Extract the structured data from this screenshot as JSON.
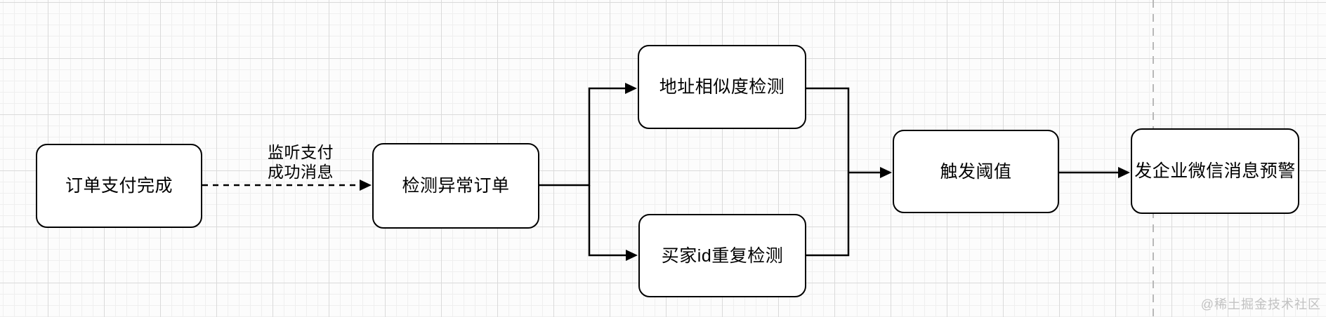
{
  "colors": {
    "stroke": "#000000",
    "node_fill": "#ffffff",
    "grid_major": "#dadada",
    "grid_minor": "#efefef",
    "canvas_bg": "#fcfcfc",
    "page_divider": "#b8b8b8",
    "watermark": "#c2c2c2"
  },
  "watermark": {
    "text": "@稀土掘金技术社区"
  },
  "flowchart": {
    "type": "flowchart",
    "nodes": [
      {
        "id": "order-payment-complete",
        "label": "订单支付完成"
      },
      {
        "id": "detect-abnormal-order",
        "label": "检测异常订单"
      },
      {
        "id": "address-similarity-check",
        "label": "地址相似度检测"
      },
      {
        "id": "buyer-id-duplicate-check",
        "label": "买家id重复检测"
      },
      {
        "id": "trigger-threshold",
        "label": "触发阈值"
      },
      {
        "id": "send-wecom-alert",
        "label": "发企业微信消息预警"
      }
    ],
    "edges": [
      {
        "from": "order-payment-complete",
        "to": "detect-abnormal-order",
        "label": "监听支付\n成功消息",
        "style": "dashed"
      },
      {
        "from": "detect-abnormal-order",
        "to": "address-similarity-check",
        "label": "",
        "style": "solid"
      },
      {
        "from": "detect-abnormal-order",
        "to": "buyer-id-duplicate-check",
        "label": "",
        "style": "solid"
      },
      {
        "from": "address-similarity-check",
        "to": "trigger-threshold",
        "label": "",
        "style": "solid"
      },
      {
        "from": "buyer-id-duplicate-check",
        "to": "trigger-threshold",
        "label": "",
        "style": "solid"
      },
      {
        "from": "trigger-threshold",
        "to": "send-wecom-alert",
        "label": "",
        "style": "solid"
      }
    ]
  }
}
